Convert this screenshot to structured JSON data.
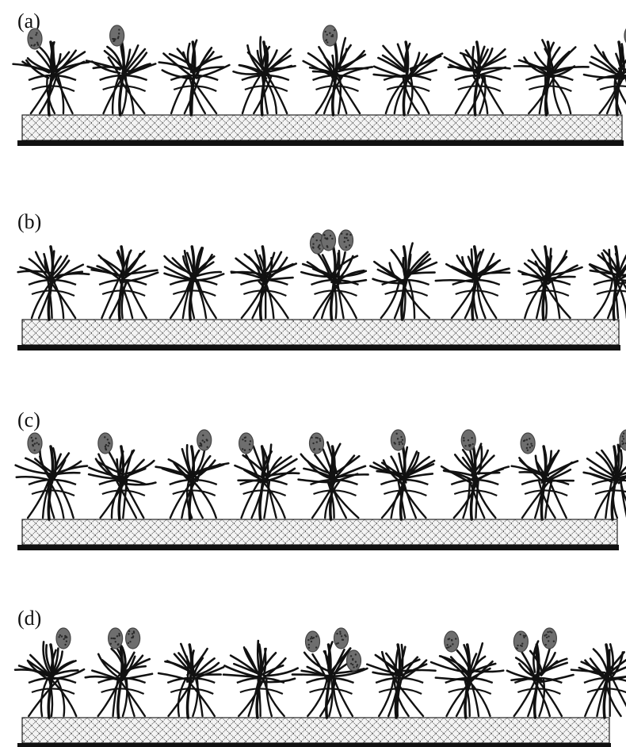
{
  "panels": [
    {
      "label": "(a)",
      "particles": [
        [
          0,
          0
        ],
        [
          1,
          1
        ],
        [
          4,
          1
        ],
        [
          8,
          2
        ]
      ]
    },
    {
      "label": "(b)",
      "particles": [
        [
          4,
          0
        ],
        [
          4,
          1
        ],
        [
          4,
          2
        ]
      ]
    },
    {
      "label": "(c)",
      "particles": [
        [
          0,
          0
        ],
        [
          1,
          0
        ],
        [
          2,
          2
        ],
        [
          3,
          0
        ],
        [
          4,
          0
        ],
        [
          5,
          1
        ],
        [
          6,
          1
        ],
        [
          7,
          0
        ],
        [
          8,
          2
        ]
      ]
    },
    {
      "label": "(d)",
      "particles": [
        [
          0,
          2
        ],
        [
          1,
          1
        ],
        [
          1,
          2
        ],
        [
          4,
          0
        ],
        [
          4,
          2
        ],
        [
          4,
          3
        ],
        [
          6,
          0
        ],
        [
          7,
          0
        ],
        [
          7,
          2
        ]
      ]
    }
  ],
  "molecule_count": 9,
  "colors": {
    "stroke": "#111111",
    "particle": "#6e6e6e",
    "substrate_line": "#111111",
    "hatch": "#333333"
  }
}
